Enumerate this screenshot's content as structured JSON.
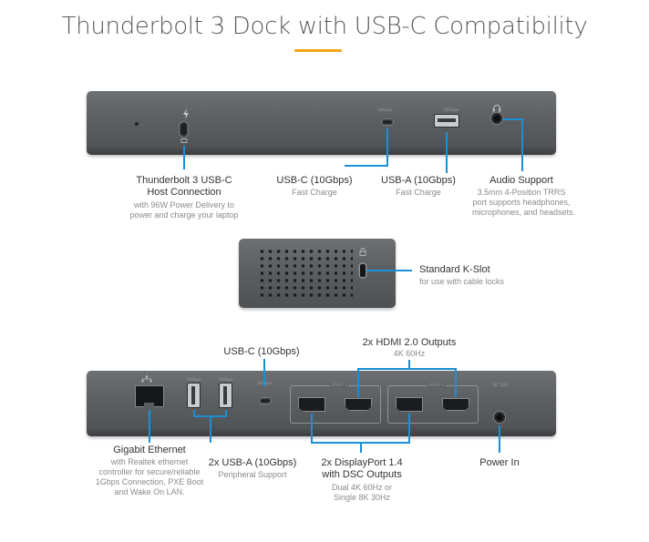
{
  "title": "Thunderbolt 3 Dock with USB-C Compatibility",
  "accent_color": "#1a8fd6",
  "underline_color": "#f2a51a",
  "callouts": {
    "tb3_host": {
      "title_line1": "Thunderbolt 3 USB-C",
      "title_line2": "Host Connection",
      "sub_line1": "with 96W Power Delivery to",
      "sub_line2": "power and charge your laptop"
    },
    "usbc_front": {
      "title": "USB-C (10Gbps)",
      "sub": "Fast Charge"
    },
    "usba_front": {
      "title": "USB-A (10Gbps)",
      "sub": "Fast Charge"
    },
    "audio": {
      "title": "Audio Support",
      "sub_line1": "3.5mm 4-Position TRRS",
      "sub_line2": "port supports headphones,",
      "sub_line3": "microphones, and headsets."
    },
    "kslot": {
      "title": "Standard K-Slot",
      "sub": "for use with cable locks"
    },
    "usbc_rear": {
      "title": "USB-C (10Gbps)"
    },
    "hdmi": {
      "title": "2x HDMI 2.0 Outputs",
      "sub": "4K 60Hz"
    },
    "ethernet": {
      "title": "Gigabit Ethernet",
      "sub_line1": "with Realtek ethernet",
      "sub_line2": "controller for secure/reliable",
      "sub_line3": "1Gbps Connection, PXE Boot",
      "sub_line4": "and Wake On LAN."
    },
    "usba_rear": {
      "title": "2x USB-A (10Gbps)",
      "sub": "Peripheral Support"
    },
    "displayport": {
      "title_line1": "2x DisplayPort 1.4",
      "title_line2": "with DSC Outputs",
      "sub_line1": "Dual 4K 60Hz or",
      "sub_line2": "Single 8K 30Hz"
    },
    "power": {
      "title": "Power In"
    }
  },
  "port_marks": {
    "front_usbc": "10Gbps",
    "front_usba": "10Gbps",
    "rear_usba1": "10Gbps",
    "rear_usba2": "10Gbps",
    "rear_usbc": "10Gbps",
    "video1": "VIDEO 1",
    "video2": "VIDEO 2",
    "dc_in": "DC 20V"
  },
  "icons": [
    "thunderbolt-icon",
    "headset-icon",
    "lock-icon",
    "ethernet-icon"
  ]
}
